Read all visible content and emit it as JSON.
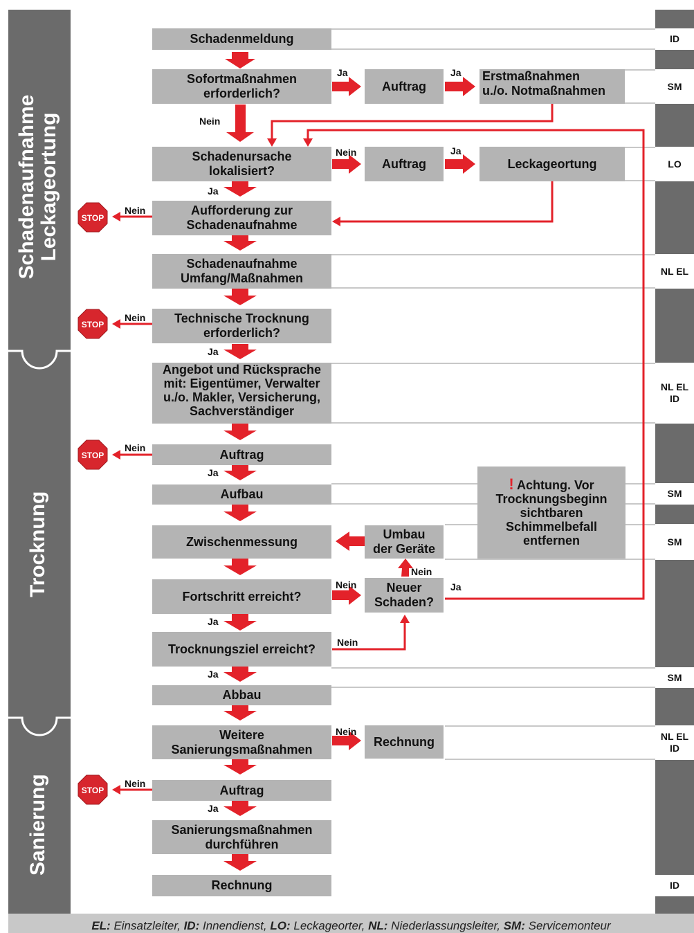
{
  "phases": {
    "schadenaufnahme_line1": "Schadenaufnahme",
    "schadenaufnahme_line2": "Leckageortung",
    "trocknung": "Trocknung",
    "sanierung": "Sanierung"
  },
  "boxes": {
    "schadenmeldung": "Schadenmeldung",
    "sofort_1": "Sofortmaßnahmen",
    "sofort_2": "erforderlich?",
    "auftrag1": "Auftrag",
    "erst_1": "Erstmaßnahmen",
    "erst_2": "u./o. Notmaßnahmen",
    "ursache_1": "Schadenursache",
    "ursache_2": "lokalisiert?",
    "auftrag2": "Auftrag",
    "leckageortung": "Leckageortung",
    "aufforderung_1": "Aufforderung zur",
    "aufforderung_2": "Schadenaufnahme",
    "aufnahme_1": "Schadenaufnahme",
    "aufnahme_2": "Umfang/Maßnahmen",
    "tech_1": "Technische Trocknung",
    "tech_2": "erforderlich?",
    "angebot_1": "Angebot und Rücksprache",
    "angebot_2": "mit: Eigentümer, Verwalter",
    "angebot_3": "u./o. Makler, Versicherung,",
    "angebot_4": "Sachverständiger",
    "auftrag3": "Auftrag",
    "aufbau": "Aufbau",
    "achtung_mark": "!",
    "achtung_1": "Achtung. Vor",
    "achtung_2": "Trocknungsbeginn",
    "achtung_3": "sichtbaren",
    "achtung_4": "Schimmelbefall",
    "achtung_5": "entfernen",
    "zwischenmessung": "Zwischenmessung",
    "umbau_1": "Umbau",
    "umbau_2": "der Geräte",
    "fortschritt": "Fortschritt erreicht?",
    "neuer_1": "Neuer",
    "neuer_2": "Schaden?",
    "trocknungsziel": "Trocknungsziel erreicht?",
    "abbau": "Abbau",
    "weitere_1": "Weitere",
    "weitere_2": "Sanierungsmaßnahmen",
    "rechnung1": "Rechnung",
    "auftrag4": "Auftrag",
    "durchf_1": "Sanierungsmaßnahmen",
    "durchf_2": "durchführen",
    "rechnung2": "Rechnung"
  },
  "labels": {
    "ja": "Ja",
    "nein": "Nein",
    "stop": "STOP"
  },
  "roles": {
    "r1": "ID",
    "r2": "SM",
    "r3": "LO",
    "r4": "NL EL",
    "r5a": "NL EL",
    "r5b": "ID",
    "r6": "SM",
    "r7": "SM",
    "r8": "SM",
    "r9a": "NL EL",
    "r9b": "ID",
    "r10": "ID"
  },
  "legend": {
    "el_abbr": "EL:",
    "el_text": "Einsatzleiter,",
    "id_abbr": "ID:",
    "id_text": "Innendienst,",
    "lo_abbr": "LO:",
    "lo_text": "Leckageorter,",
    "nl_abbr": "NL:",
    "nl_text": "Niederlassungsleiter,",
    "sm_abbr": "SM:",
    "sm_text": "Servicemonteur"
  },
  "colors": {
    "arrow_red": "#e3222a",
    "box_gray": "#b4b4b4",
    "bar_gray": "#6b6b6b",
    "stop_red": "#d7262d"
  }
}
